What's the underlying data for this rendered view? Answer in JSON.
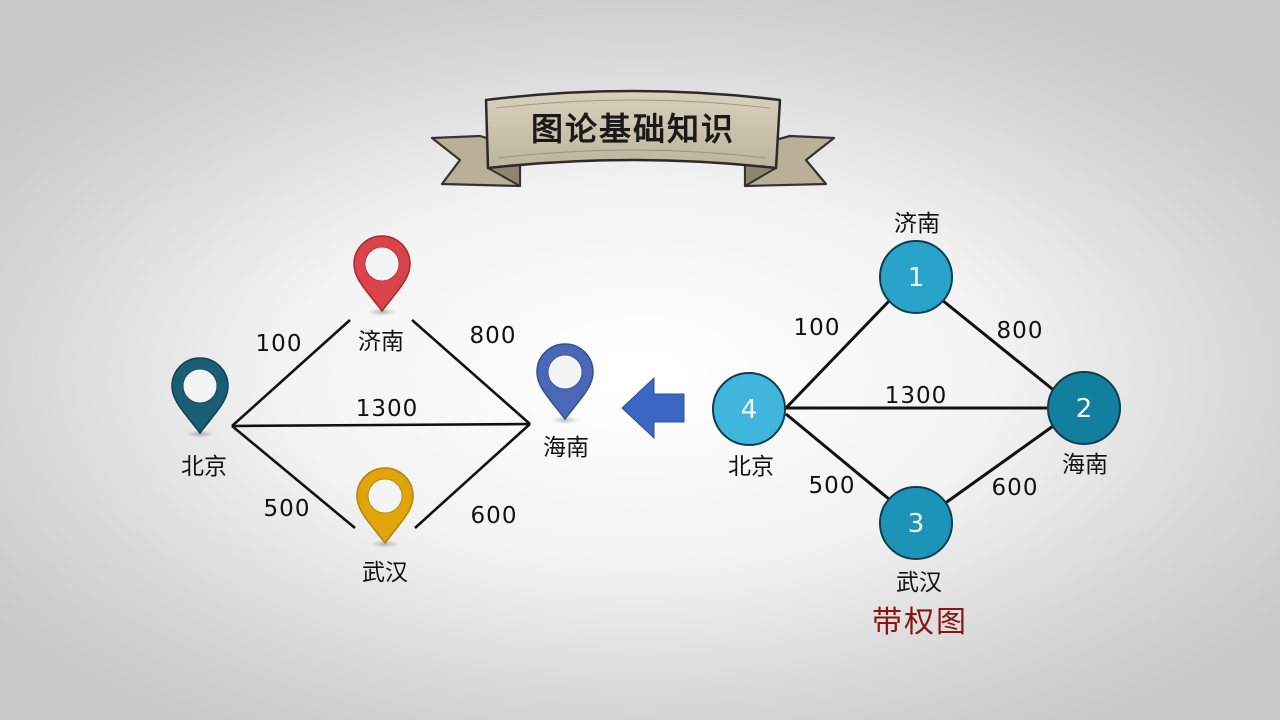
{
  "title": "图论基础知识",
  "left_map": {
    "cities": {
      "jinan": "济南",
      "beijing": "北京",
      "wuhan": "武汉",
      "hainan": "海南"
    },
    "weights": {
      "jinan_beijing": "100",
      "jinan_hainan": "800",
      "beijing_hainan": "1300",
      "beijing_wuhan": "500",
      "wuhan_hainan": "600"
    },
    "pins": [
      {
        "name": "pin-jinan",
        "color": "#d9434a"
      },
      {
        "name": "pin-beijing",
        "color": "#1a5e75"
      },
      {
        "name": "pin-wuhan",
        "color": "#e0a40d"
      },
      {
        "name": "pin-hainan",
        "color": "#4a68b5"
      }
    ]
  },
  "right_graph": {
    "nodes": [
      {
        "id": "1",
        "city": "济南",
        "color": "#2aa3cb"
      },
      {
        "id": "2",
        "city": "海南",
        "color": "#127f9e"
      },
      {
        "id": "3",
        "city": "武汉",
        "color": "#1c94b8"
      },
      {
        "id": "4",
        "city": "北京",
        "color": "#41b6dc"
      }
    ],
    "weights": {
      "e1_4": "100",
      "e1_2": "800",
      "e4_2": "1300",
      "e4_3": "500",
      "e3_2": "600"
    },
    "caption": "带权图"
  },
  "arrow": {
    "color": "#3b66c4",
    "direction": "left"
  }
}
